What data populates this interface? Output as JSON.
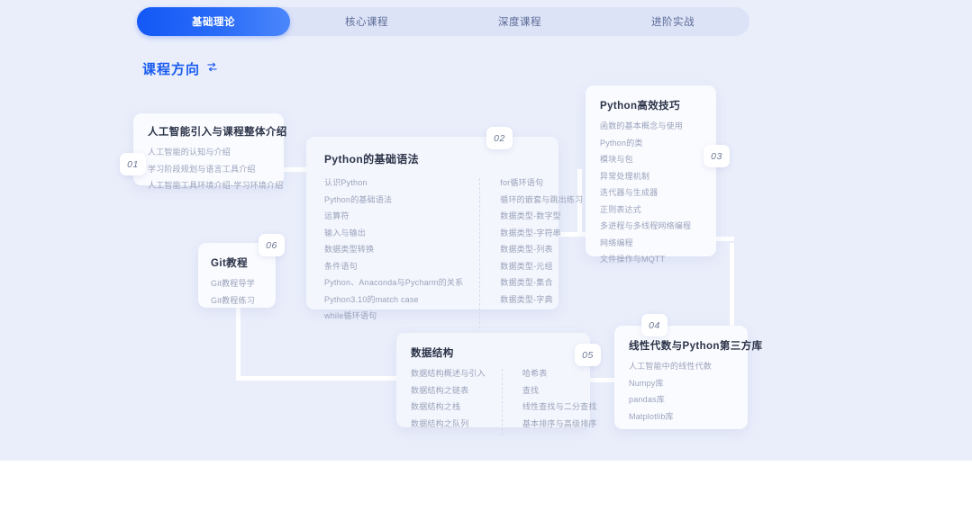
{
  "tabs": [
    {
      "label": "基础理论",
      "active": true
    },
    {
      "label": "核心课程",
      "active": false
    },
    {
      "label": "深度课程",
      "active": false
    },
    {
      "label": "进阶实战",
      "active": false
    }
  ],
  "section": {
    "title": "课程方向",
    "icon": "swap-arrows-icon"
  },
  "colors": {
    "accent": "#1358f6",
    "background": "#eaeefb",
    "card": "#f4f6fd",
    "connector": "#ffffff",
    "title_text": "#2b3348",
    "item_text": "#9aa3bb"
  },
  "cards": [
    {
      "number": "01",
      "title": "人工智能引入与课程整体介绍",
      "columns": [
        [
          "人工智能的认知与介绍",
          "学习阶段规划与语言工具介绍",
          "人工智能工具环境介绍-学习环境介绍"
        ]
      ]
    },
    {
      "number": "02",
      "title": "Python的基础语法",
      "columns": [
        [
          "认识Python",
          "Python的基础语法",
          "运算符",
          "输入与输出",
          "数据类型转换",
          "条件语句",
          "Python、Anaconda与Pycharm的关系",
          "Python3.10的match case",
          "while循环语句"
        ],
        [
          "for循环语句",
          "循环的嵌套与跳出练习",
          "数据类型-数字型",
          "数据类型-字符串",
          "数据类型-列表",
          "数据类型-元组",
          "数据类型-集合",
          "数据类型-字典"
        ]
      ]
    },
    {
      "number": "03",
      "title": "Python高效技巧",
      "columns": [
        [
          "函数的基本概念与使用",
          "Python的类",
          "模块与包",
          "异常处理机制",
          "迭代器与生成器",
          "正则表达式",
          "多进程与多线程网络编程",
          "网络编程",
          "文件操作与MQTT"
        ]
      ]
    },
    {
      "number": "04",
      "title": "线性代数与Python第三方库",
      "columns": [
        [
          "人工智能中的线性代数",
          "Numpy库",
          "pandas库",
          "Matplotlib库"
        ]
      ]
    },
    {
      "number": "05",
      "title": "数据结构",
      "columns": [
        [
          "数据结构概述与引入",
          "数据结构之链表",
          "数据结构之栈",
          "数据结构之队列"
        ],
        [
          "哈希表",
          "查找",
          "线性查找与二分查找",
          "基本排序与高级排序"
        ]
      ]
    },
    {
      "number": "06",
      "title": "Git教程",
      "columns": [
        [
          "Git教程导学",
          "Git教程练习"
        ]
      ]
    }
  ]
}
